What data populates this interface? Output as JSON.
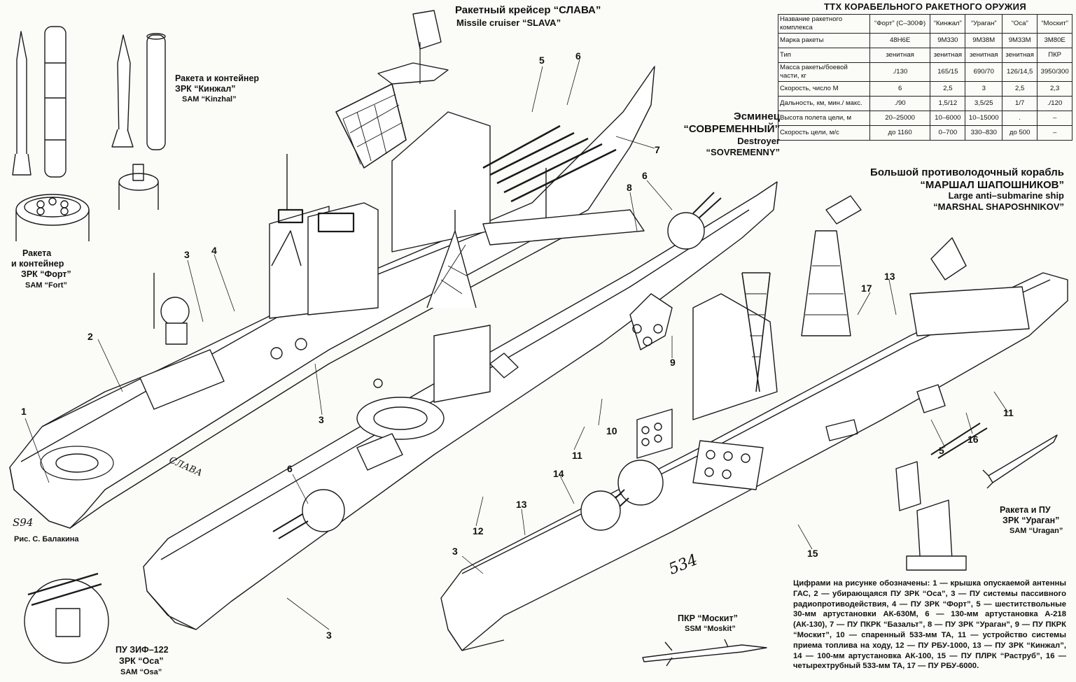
{
  "titles": {
    "slava_ru": "Ракетный крейсер “СЛАВА”",
    "slava_en": "Missile cruiser “SLAVA”",
    "sovremenny_ru_1": "Эсминец",
    "sovremenny_ru_2": "“СОВРЕМЕННЫЙ”",
    "sovremenny_en_1": "Destroyer",
    "sovremenny_en_2": "“SOVREMENNY”",
    "shaposhnikov_ru_1": "Большой противолодочный корабль",
    "shaposhnikov_ru_2": "“МАРШАЛ ШАПОШНИКОВ”",
    "shaposhnikov_en_1": "Large anti–submarine ship",
    "shaposhnikov_en_2": "“MARSHAL SHAPOSHNIKOV”"
  },
  "captions": {
    "kinzhal_ru_1": "Ракета и контейнер",
    "kinzhal_ru_2": "ЗРК “Кинжал”",
    "kinzhal_en": "SAM “Kinzhal”",
    "fort_ru_1": "Ракета",
    "fort_ru_2": "и контейнер",
    "fort_ru_3": "ЗРК “Форт”",
    "fort_en": "SAM “Fort”",
    "osa_ru_1": "ПУ ЗИФ–122",
    "osa_ru_2": "ЗРК “Оса”",
    "osa_en": "SAM “Osa”",
    "moskit_ru": "ПКР “Москит”",
    "moskit_en": "SSM “Moskit”",
    "uragan_ru_1": "Ракета и ПУ",
    "uragan_ru_2": "ЗРК “Ураган”",
    "uragan_en": "SAM “Uragan”",
    "credit": "Рис. С. Балакина",
    "signature": "S94"
  },
  "hull_names": {
    "slava": "СЛАВА",
    "shaposhnikov_number": "534"
  },
  "callouts": [
    "1",
    "2",
    "3",
    "4",
    "3",
    "5",
    "6",
    "7",
    "6",
    "8",
    "9",
    "10",
    "11",
    "12",
    "6",
    "3",
    "13",
    "14",
    "15",
    "3",
    "17",
    "13",
    "16",
    "5",
    "11"
  ],
  "ttx_table": {
    "title": "ТТХ КОРАБЕЛЬНОГО РАКЕТНОГО ОРУЖИЯ",
    "header": [
      "Название ракетного комплекса",
      "“Форт” (С–300Ф)",
      "“Кинжал”",
      "“Ураган”",
      "“Оса”",
      "“Москит”"
    ],
    "rows": [
      [
        "Марка ракеты",
        "48Н6Е",
        "9М330",
        "9М38М",
        "9М33М",
        "3М80Е"
      ],
      [
        "Тип",
        "зенитная",
        "зенитная",
        "зенитная",
        "зенитная",
        "ПКР"
      ],
      [
        "Масса ракеты/боевой части, кг",
        "./130",
        "165/15",
        "690/70",
        "126/14,5",
        "3950/300"
      ],
      [
        "Скорость, число М",
        "6",
        "2,5",
        "3",
        "2,5",
        "2,3"
      ],
      [
        "Дальность, км, мин./ макс.",
        "./90",
        "1,5/12",
        "3,5/25",
        "1/7",
        "./120"
      ],
      [
        "Высота полета цели, м",
        "20–25000",
        "10–6000",
        "10–15000",
        ".",
        "–"
      ],
      [
        "Скорость цели, м/с",
        "до 1160",
        "0–700",
        "330–830",
        "до 500",
        "–"
      ]
    ]
  },
  "legend": "Цифрами на рисунке обозначены: 1 — крышка опускаемой антенны ГАС, 2 — убирающаяся ПУ ЗРК “Оса”, 3 — ПУ системы пассивного радиопротиводействия, 4 — ПУ ЗРК “Форт”, 5 — шеститствольные 30-мм артустановки АК-630М, 6 — 130-мм артустановка А-218 (АК-130), 7 — ПУ ПКРК “Базальт”, 8 — ПУ ЗРК “Ураган”, 9 — ПУ ПКРК “Москит”, 10 — спаренный 533-мм ТА, 11 — устройство системы приема топлива на ходу, 12 — ПУ РБУ-1000, 13 — ПУ ЗРК “Кинжал”, 14 — 100-мм артустановка АК-100, 15 — ПУ ПЛРК “Раструб”, 16 — четырехтрубный 533-мм ТА, 17 — ПУ РБУ-6000."
}
